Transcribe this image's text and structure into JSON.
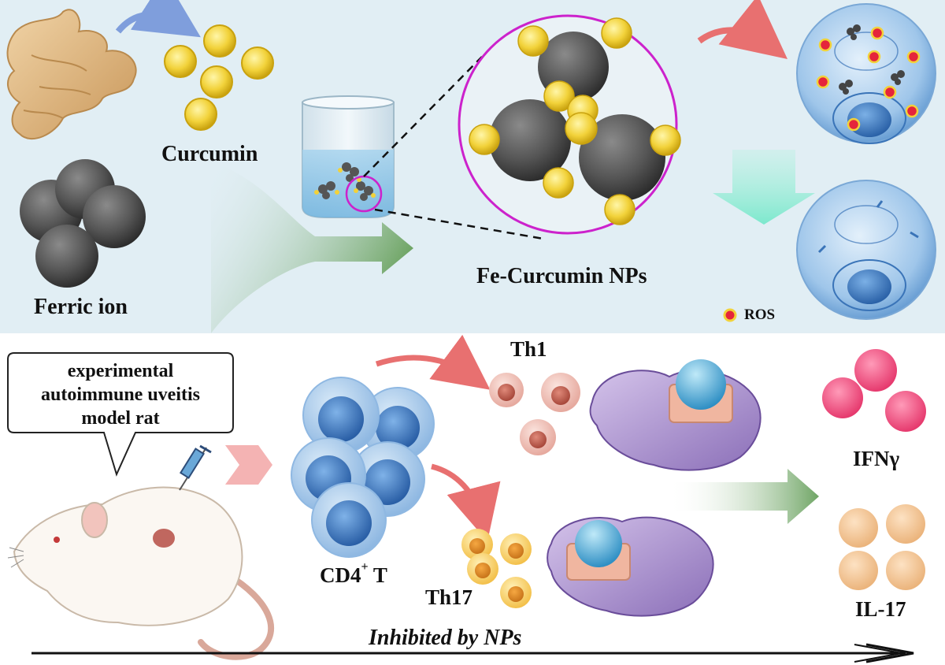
{
  "colors": {
    "top_panel_bg": "#e1eef4",
    "bottom_panel_bg": "#ffffff",
    "curcumin_yellow": "#f2d23a",
    "ferric_gray": "#5b5b5b",
    "magnifier_ring": "#cc22cc",
    "ros_red": "#e5243b",
    "green_arrow": "#7fb07a",
    "red_arrow": "#e87070"
  },
  "top_panel": {
    "curcumin_label": "Curcumin",
    "ferric_label": "Ferric ion",
    "nps_label": "Fe-Curcumin NPs",
    "ros_legend": "ROS"
  },
  "bottom_panel": {
    "speech_lines": [
      "experimental",
      "autoimmune uveitis",
      "model rat"
    ],
    "cd4_label": "CD4",
    "cd4_sup": "+",
    "cd4_suffix": " T",
    "th1_label": "Th1",
    "th17_label": "Th17",
    "ifn_label": "IFNγ",
    "il17_label": "IL-17",
    "inhibited_label": "Inhibited by NPs"
  }
}
